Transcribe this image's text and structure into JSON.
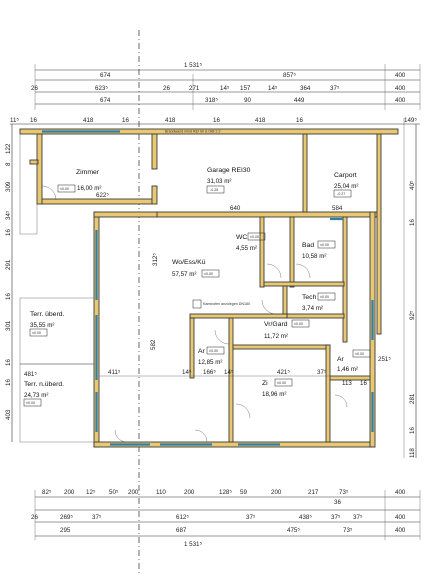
{
  "top_dims": {
    "total": "1 531⁵",
    "row1": [
      "674",
      "857⁵",
      "400"
    ],
    "row2": [
      "26",
      "623⁵",
      "26",
      "271",
      "14⁵",
      "157",
      "14⁵",
      "364",
      "37⁵",
      "400"
    ],
    "row3": [
      "674",
      "318⁵",
      "90",
      "449",
      "400"
    ],
    "row4": [
      "11⁵",
      "16",
      "418",
      "16",
      "418",
      "16",
      "418",
      "16",
      "149⁵"
    ]
  },
  "bottom_dims": {
    "row1": [
      "82⁵",
      "200",
      "12⁵",
      "50⁵",
      "200",
      "110",
      "200",
      "128⁵",
      "59",
      "200",
      "217",
      "73⁵",
      "400"
    ],
    "row2a": [
      "36"
    ],
    "row2": [
      "26",
      "269⁵",
      "37⁵",
      "612⁵",
      "37⁵",
      "438⁵",
      "37⁵",
      "37⁵",
      "400"
    ],
    "row3": [
      "295",
      "687",
      "475⁵",
      "73⁵",
      "400"
    ],
    "total": "1 531⁵"
  },
  "left_dims": [
    "122",
    "8",
    "309",
    "34⁵",
    "16",
    "291",
    "16",
    "301",
    "16",
    "481⁵",
    "16",
    "403"
  ],
  "right_dims": [
    "40⁵",
    "16",
    "92⁵",
    "281",
    "16",
    "118"
  ],
  "rooms": {
    "zimmer": {
      "name": "Zimmer",
      "area": "16,00 m²",
      "tag": "±0.00"
    },
    "garage": {
      "name": "Garage REI30",
      "area": "31,03 m²",
      "tag": "-0.25"
    },
    "carport": {
      "name": "Carport",
      "area": "25,04 m²",
      "tag": "-0.27"
    },
    "wc": {
      "name": "WC",
      "area": "4,55 m²",
      "tag": "±0.00"
    },
    "bad": {
      "name": "Bad",
      "area": "10,58 m²",
      "tag": "±0.00"
    },
    "wo_ess_ku": {
      "name": "Wo/Ess/Kü",
      "area": "57,57 m²",
      "tag": "±0.00"
    },
    "tech": {
      "name": "Tech",
      "area": "3,74 m²",
      "tag": "±0.00"
    },
    "vr_gard": {
      "name": "Vr/Gard",
      "area": "11,72 m²",
      "tag": "±0.00"
    },
    "ar1": {
      "name": "Ar",
      "area": "12,85 m²",
      "tag": "±0.00"
    },
    "ar2": {
      "name": "Ar",
      "area": "1,46 m²",
      "tag": "±0.00"
    },
    "zi": {
      "name": "Zi",
      "area": "18,96 m²",
      "tag": "±0.00"
    },
    "terr_ueberd": {
      "name": "Terr. überd.",
      "area": "35,55 m²",
      "tag": "±0.00"
    },
    "terr_n_ueberd": {
      "name": "Terr. n.überd.",
      "area": "24,73 m²",
      "tag": "±0.00"
    }
  },
  "notes": {
    "brandwand": "Brandwand mind REI 90 & OIB 2.2",
    "kamin": "Kaminofen anzulegen DN180",
    "dims_inner": [
      "622⁵",
      "640",
      "584",
      "411⁵",
      "14⁵",
      "166⁵",
      "14⁵",
      "421⁵",
      "37⁵",
      "113",
      "16",
      "251⁵",
      "582",
      "312⁵"
    ]
  }
}
